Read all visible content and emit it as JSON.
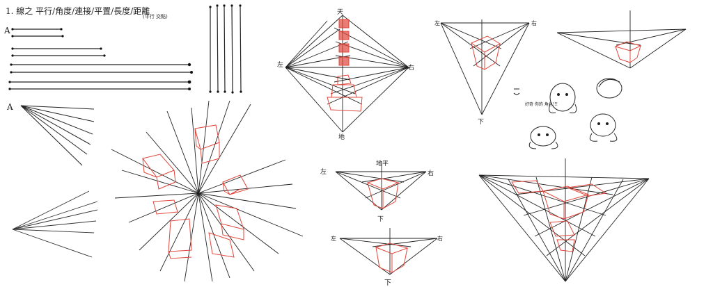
{
  "sheet": {
    "title": "1. 線之 平行/角度/連接/平置/長度/距離",
    "title_note": "(平行 交點)",
    "section_a1": "A",
    "section_a2": "A"
  },
  "labels": {
    "diamond_top": "天",
    "diamond_left": "左",
    "diamond_right": "右",
    "diamond_bottom": "地",
    "tri_tr_left": "左",
    "tri_tr_right": "右",
    "tri_tr_bottom": "下",
    "mid_tri1_left": "左",
    "mid_tri1_right": "右",
    "mid_tri1_top": "地平",
    "mid_tri1_bottom": "下",
    "mid_tri2_left": "左",
    "mid_tri2_right": "右",
    "mid_tri2_bottom": "下",
    "doodle_note": "好奇 你的 角色!!!"
  },
  "colors": {
    "ink": "#1a1a1a",
    "guide": "#444444",
    "accent": "#e0453a"
  }
}
